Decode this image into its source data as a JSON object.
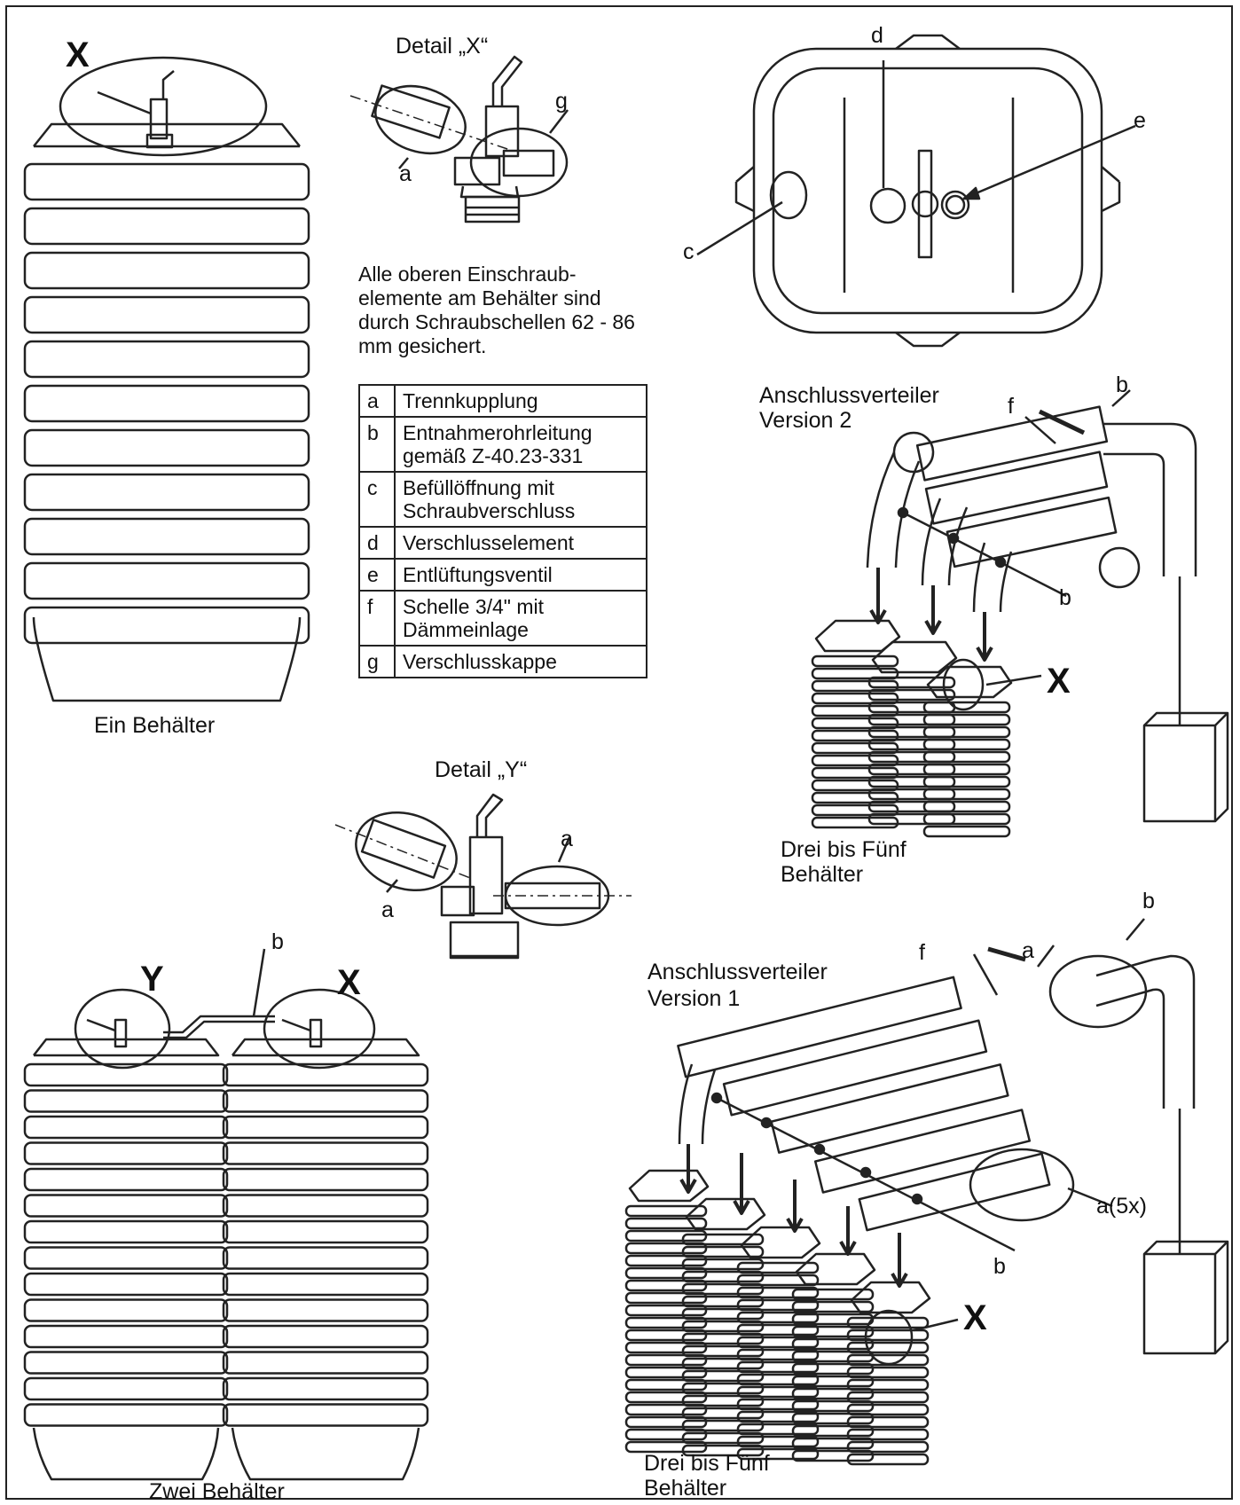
{
  "labels": {
    "detail_x": "Detail „X“",
    "detail_y": "Detail „Y“",
    "ein_behaelter": "Ein Behälter",
    "zwei_behaelter": "Zwei Behälter",
    "drei_bis_fuenf_line1": "Drei bis Fünf",
    "drei_bis_fuenf_line2": "Behälter",
    "verteiler_v2_line1": "Anschlussverteiler",
    "verteiler_v2_line2": "Version 2",
    "verteiler_v1_line1": "Anschlussverteiler",
    "verteiler_v1_line2": "Version 1",
    "marker_x": "X",
    "marker_y": "Y",
    "letter_a": "a",
    "letter_b": "b",
    "letter_c": "c",
    "letter_d": "d",
    "letter_e": "e",
    "letter_f": "f",
    "letter_g": "g",
    "a_5x": "a(5x)"
  },
  "note": "Alle oberen Einschraub­elemente am Behälter sind durch Schraubschellen 62 - 86 mm gesichert.",
  "legend": [
    {
      "key": "a",
      "text": "Trennkupplung"
    },
    {
      "key": "b",
      "text": "Entnahmerohrleitung gemäß Z-40.23-331"
    },
    {
      "key": "c",
      "text": "Befüllöffnung mit Schraubverschluss"
    },
    {
      "key": "d",
      "text": "Verschlusselement"
    },
    {
      "key": "e",
      "text": "Entlüftungsventil"
    },
    {
      "key": "f",
      "text": "Schelle 3/4\" mit Dämmeinlage"
    },
    {
      "key": "g",
      "text": "Verschlusskappe"
    }
  ]
}
